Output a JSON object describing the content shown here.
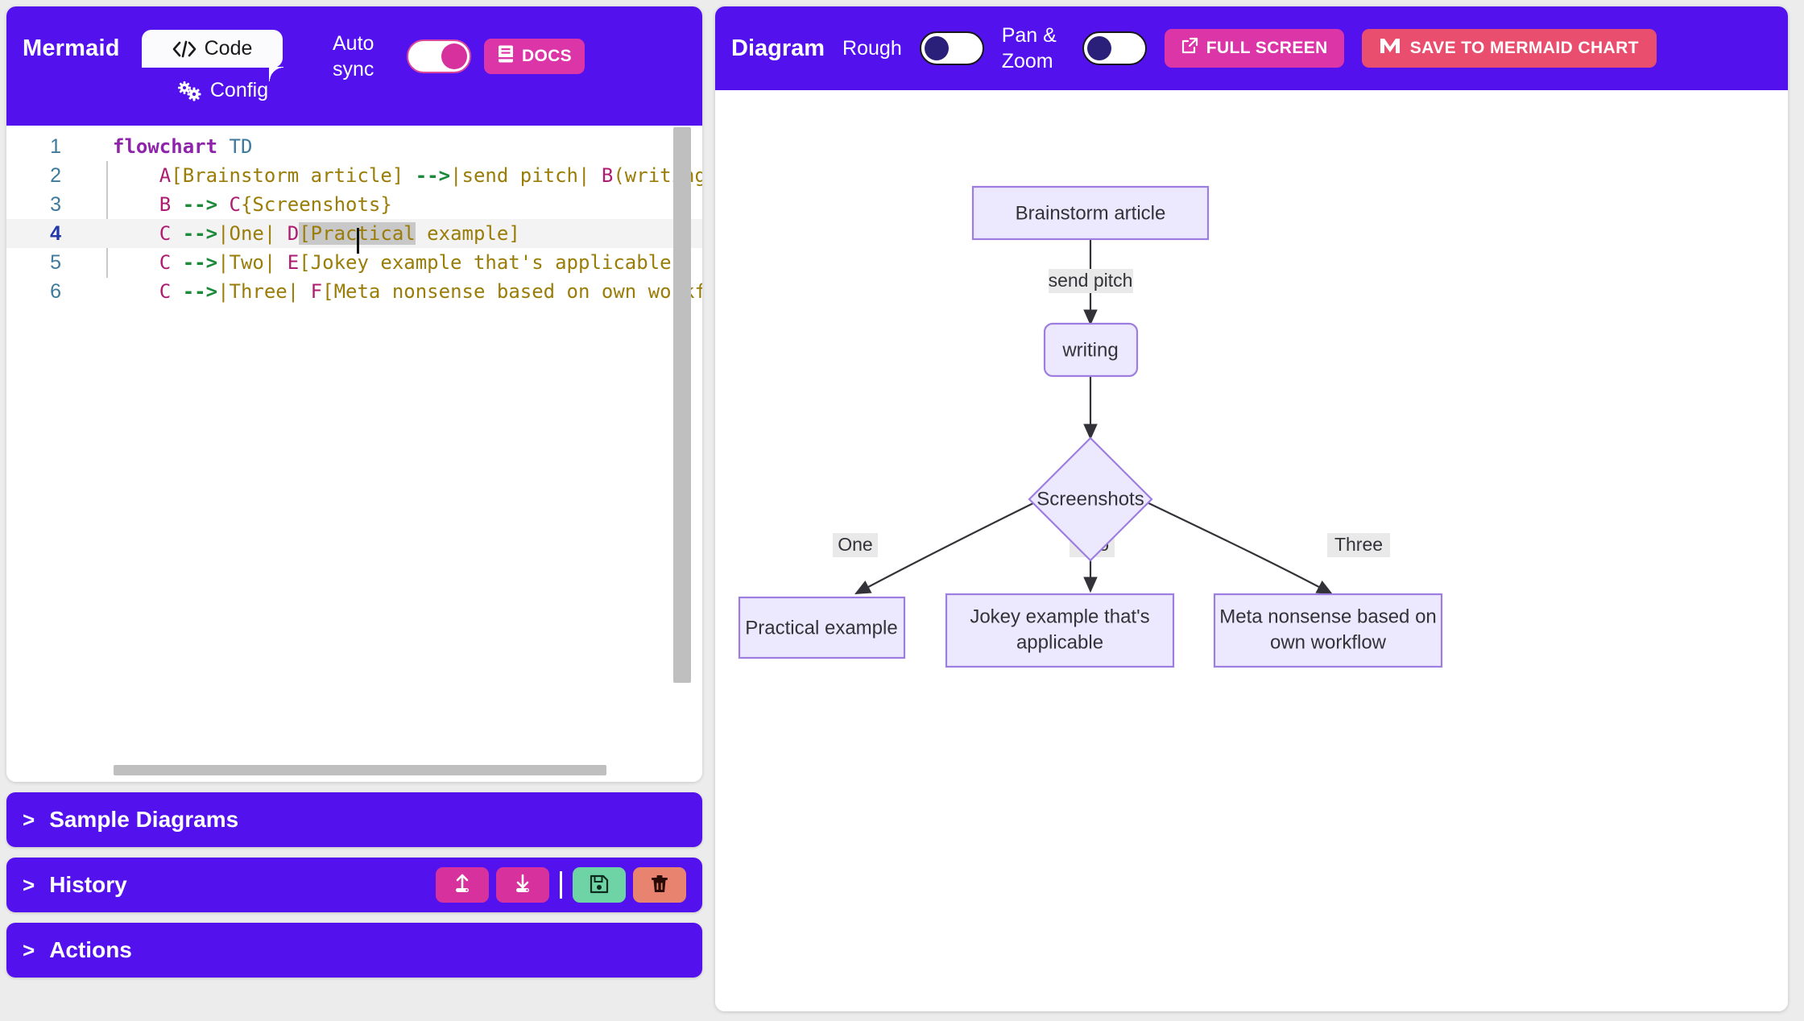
{
  "editor": {
    "brand": "Mermaid",
    "tabs": [
      {
        "label": "Code",
        "icon": "code-icon",
        "active": true
      },
      {
        "label": "Config",
        "icon": "gear-icon",
        "active": false
      }
    ],
    "auto_sync": {
      "label": "Auto sync",
      "state": "on"
    },
    "docs_button": {
      "label": "DOCS",
      "icon": "book-icon"
    },
    "code": {
      "language": "mermaid",
      "active_line": 4,
      "selection": "[Practical",
      "lines": [
        {
          "num": "1",
          "text": "flowchart TD"
        },
        {
          "num": "2",
          "text": "    A[Brainstorm article] -->|send pitch| B(writing)"
        },
        {
          "num": "3",
          "text": "    B --> C{Screenshots}"
        },
        {
          "num": "4",
          "text": "    C -->|One| D[Practical example]"
        },
        {
          "num": "5",
          "text": "    C -->|Two| E[Jokey example that's applicable]"
        },
        {
          "num": "6",
          "text": "    C -->|Three| F[Meta nonsense based on own workfl"
        }
      ]
    }
  },
  "panels": [
    {
      "title": "Sample Diagrams",
      "chevron": ">"
    },
    {
      "title": "History",
      "chevron": ">",
      "buttons": [
        {
          "name": "upload-button",
          "icon": "upload-icon",
          "color": "#D6319C"
        },
        {
          "name": "download-button",
          "icon": "download-icon",
          "color": "#D6319C"
        },
        {
          "name": "save-button",
          "icon": "floppy-disk-icon",
          "color": "#6ED3A5"
        },
        {
          "name": "delete-button",
          "icon": "trash-icon",
          "color": "#E8836F"
        }
      ]
    },
    {
      "title": "Actions",
      "chevron": ">"
    }
  ],
  "diagram_panel": {
    "title": "Diagram",
    "rough": {
      "label": "Rough",
      "state": "off"
    },
    "pan_zoom": {
      "label": "Pan & Zoom",
      "state": "off"
    },
    "full_screen_button": {
      "label": "FULL SCREEN",
      "icon": "external-link-icon"
    },
    "save_button": {
      "label": "SAVE TO MERMAID CHART",
      "icon": "mermaid-chart-logo-icon"
    }
  },
  "chart_data": {
    "type": "flowchart",
    "direction": "TD",
    "nodes": [
      {
        "id": "A",
        "label": "Brainstorm article",
        "shape": "rect"
      },
      {
        "id": "B",
        "label": "writing",
        "shape": "rounded"
      },
      {
        "id": "C",
        "label": "Screenshots",
        "shape": "diamond"
      },
      {
        "id": "D",
        "label": "Practical example",
        "shape": "rect"
      },
      {
        "id": "E",
        "label": "Jokey example that's applicable",
        "shape": "rect"
      },
      {
        "id": "F",
        "label": "Meta nonsense based on own workflow",
        "shape": "rect"
      }
    ],
    "edges": [
      {
        "from": "A",
        "to": "B",
        "label": "send pitch"
      },
      {
        "from": "B",
        "to": "C",
        "label": ""
      },
      {
        "from": "C",
        "to": "D",
        "label": "One"
      },
      {
        "from": "C",
        "to": "E",
        "label": "Two"
      },
      {
        "from": "C",
        "to": "F",
        "label": "Three"
      }
    ],
    "node_fill": "#ECE8FD",
    "node_stroke": "#9D7DE0",
    "edge_color": "#333238",
    "edge_label_bg": "#E9E9E9"
  },
  "colors": {
    "brand_purple": "#5311EE",
    "magenta": "#DB35A7",
    "coral": "#EA4E6E",
    "green": "#6ED3A5",
    "red": "#E8836F"
  }
}
